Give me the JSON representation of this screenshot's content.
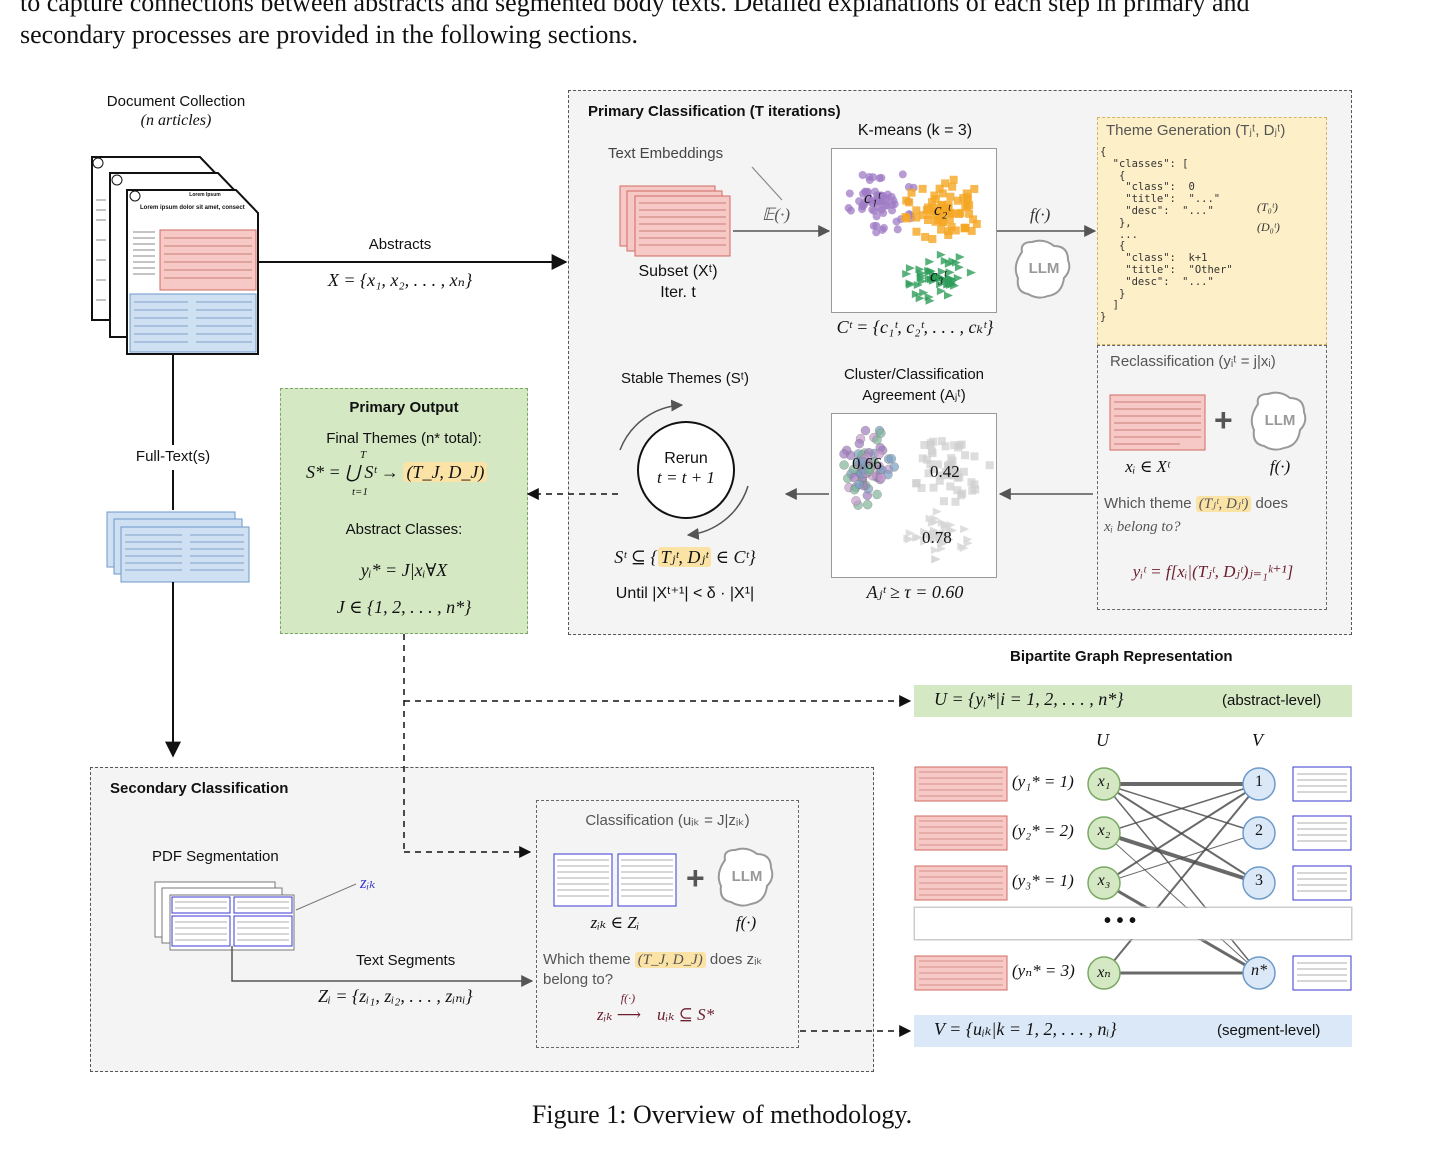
{
  "intro": {
    "line1": "to capture connections between abstracts and segmented body texts. Detailed explanations of each step in primary and",
    "line2": "secondary processes are provided in the following sections."
  },
  "doc": {
    "title": "Document Collection",
    "subtitle": "(n articles)",
    "page_header": "Lorem Ipsum",
    "page_title": "Lorem ipsum dolor sit amet, consect"
  },
  "abstracts": {
    "label": "Abstracts",
    "formula": "X = {x₁, x₂, . . . , xₙ}"
  },
  "fulltext": {
    "label": "Full-Text(s)"
  },
  "primary": {
    "title": "Primary Classification (T iterations)",
    "text_embeddings": "Text Embeddings",
    "embed_fn": "𝔼(·)",
    "subset": "Subset (Xᵗ)",
    "iter": "Iter. t",
    "kmeans": "K-means (k = 3)",
    "clusters_formula": "Cᵗ = {c₁ᵗ, c₂ᵗ, . . . , cₖᵗ}",
    "centroid1": "c₁ᵗ",
    "centroid2": "c₂ᵗ",
    "centroid3": "c₃ᵗ",
    "f_label": "f(·)",
    "llm": "LLM",
    "theme_gen_title": "Theme Generation (Tⱼᵗ, Dⱼᵗ)",
    "json_lines": [
      "{",
      "  \"classes\": [",
      "   {",
      "    \"class\":  0",
      "    \"title\":  \"...\"",
      "    \"desc\":  \"...\"",
      "   },",
      "   ...",
      "   {",
      "    \"class\":  k+1",
      "    \"title\":  \"Other\"",
      "    \"desc\":  \"...\"",
      "   }",
      "  ]",
      "}"
    ],
    "json_note_title": "(T₀ᵗ)",
    "json_note_desc": "(D₀ᵗ)",
    "reclass_title": "Reclassification (yᵢᵗ = j|xᵢ)",
    "xi_in_Xt": "xᵢ ∈ Xᵗ",
    "f_of": "f(·)",
    "which_theme_1": "Which theme",
    "which_theme_hl": "(Tⱼᵗ, Dⱼᵗ)",
    "which_theme_2": "does",
    "which_theme_3": "xᵢ belong to?",
    "reclass_formula": "yᵢᵗ = f[xᵢ|(Tⱼᵗ, Dⱼᵗ)ⱼ₌₁ᵏ⁺¹]",
    "agreement_title_1": "Cluster/Classification",
    "agreement_title_2": "Agreement (Aⱼᵗ)",
    "agree_v1": "0.66",
    "agree_v2": "0.42",
    "agree_v3": "0.78",
    "agree_formula": "Aⱼᵗ ≥ τ = 0.60",
    "stable_title": "Stable Themes (Sᵗ)",
    "rerun": "Rerun",
    "rerun_formula": "t = t + 1",
    "stable_formula_pre": "Sᵗ ⊆ {",
    "stable_formula_hl": "Tⱼᵗ, Dⱼᵗ",
    "stable_formula_post": "∈ Cᵗ}",
    "until": "Until |Xᵗ⁺¹| < δ · |X¹|"
  },
  "primary_output": {
    "title": "Primary Output",
    "final_themes": "Final Themes (n* total):",
    "union_formula": "S* = ⋃ Sᵗ →",
    "union_top": "T",
    "union_bottom": "t=1",
    "union_hl": "(T_J, D_J)",
    "abstract_classes": "Abstract Classes:",
    "yi_formula": "yᵢ* = J|xᵢ∀X",
    "J_formula": "J ∈ {1, 2, . . . , n*}"
  },
  "secondary": {
    "title": "Secondary Classification",
    "pdf_seg": "PDF Segmentation",
    "zik": "zᵢₖ",
    "text_segments": "Text Segments",
    "zi_formula": "Zᵢ = {zᵢ₁, zᵢ₂, . . . , zᵢₙᵢ}",
    "class_title": "Classification (uᵢₖ = J|zᵢₖ)",
    "zik_in_Zi": "zᵢₖ ∈ Zᵢ",
    "f_of": "f(·)",
    "llm": "LLM",
    "which_1": "Which theme",
    "which_hl": "(T_J, D_J)",
    "which_2": "does zᵢₖ",
    "which_3": "belong to?",
    "arrow_formula_l": "zᵢₖ",
    "arrow_formula_f": "f(·)",
    "arrow_formula_r": "uᵢₖ ⊆ S*"
  },
  "bipartite": {
    "title": "Bipartite Graph Representation",
    "U_formula": "U = {yᵢ*|i = 1, 2, . . . , n*}",
    "U_level": "(abstract-level)",
    "V_formula": "V = {uᵢₖ|k = 1, 2, . . . , nᵢ}",
    "V_level": "(segment-level)",
    "U_head": "U",
    "V_head": "V",
    "left_nodes": [
      {
        "label": "x₁",
        "y": "(y₁* = 1)"
      },
      {
        "label": "x₂",
        "y": "(y₂* = 2)"
      },
      {
        "label": "x₃",
        "y": "(y₃* = 1)"
      },
      {
        "label": "xₙ",
        "y": "(yₙ* = 3)"
      }
    ],
    "right_nodes": [
      "1",
      "2",
      "3",
      "n*"
    ],
    "ellipsis": "• • •"
  },
  "caption": "Figure 1: Overview of methodology.",
  "colors": {
    "green_box": "#d5e8c4",
    "gray_box": "#f4f4f4",
    "yellow_box": "#fdefc7",
    "blue_box": "#dbe8f7",
    "red_doc": "#f7c9c6",
    "blue_doc": "#cfe0f3"
  }
}
